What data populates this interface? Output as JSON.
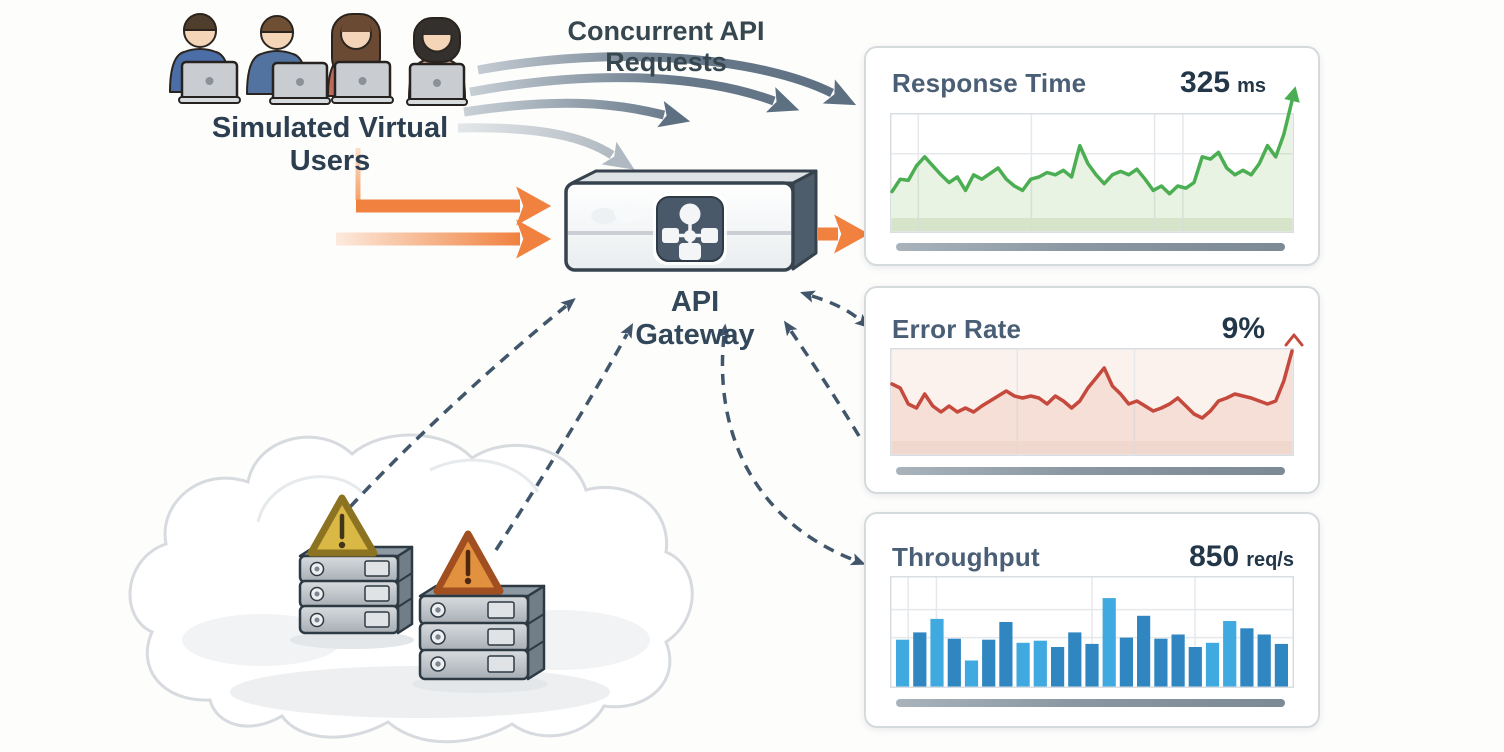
{
  "labels": {
    "virtual_users": "Simulated Virtual Users",
    "concurrent_requests": "Concurrent API Requests",
    "api_gateway": "API Gateway"
  },
  "icons": {
    "gateway_icon": "network-flowchart-nodes",
    "warning_icon": "triangle-exclamation",
    "server_icon": "stacked-server-rack",
    "cloud_icon": "cloud-shape",
    "user_icon": "person-with-laptop"
  },
  "colors": {
    "accent_orange": "#f0813f",
    "line_green": "#4cae52",
    "line_red": "#c5493c",
    "bar_blue_light": "#3fa9e0",
    "bar_blue_dark": "#2f86c1",
    "slate_text": "#33475a",
    "dashed_connector": "#41566b",
    "warning_yellow": "#d9b845",
    "warning_orange": "#e2913f"
  },
  "chart_data": [
    {
      "id": "response_time",
      "type": "line",
      "title": "Response Time",
      "value": "325",
      "unit": "ms",
      "color": "#4cae52",
      "fill": "rgba(125,185,95,0.17)",
      "band": "#e9eedf",
      "bg": "#ffffff",
      "end_marker": "arrow",
      "ylim": [
        0,
        120
      ],
      "grid": {
        "v": [
          0.07,
          0.35,
          0.655,
          0.725
        ],
        "h": [
          0.34
        ]
      },
      "values": [
        37,
        48,
        47,
        60,
        68,
        60,
        52,
        45,
        50,
        38,
        52,
        48,
        53,
        58,
        48,
        42,
        38,
        48,
        50,
        54,
        52,
        56,
        50,
        78,
        62,
        52,
        44,
        52,
        55,
        52,
        57,
        48,
        38,
        42,
        35,
        42,
        40,
        45,
        68,
        66,
        72,
        58,
        52,
        56,
        52,
        62,
        78,
        68,
        88,
        118
      ]
    },
    {
      "id": "error_rate",
      "type": "line",
      "title": "Error Rate",
      "value": "9%",
      "unit": "",
      "color": "#c5493c",
      "fill": "rgba(210,110,88,0.14)",
      "band": "#f6e9e4",
      "bg": "#fbf1ed",
      "end_marker": "caret",
      "ylim": [
        0,
        110
      ],
      "grid": {
        "v": [
          0.315,
          0.605
        ],
        "h": []
      },
      "values": [
        72,
        68,
        52,
        48,
        62,
        50,
        44,
        50,
        44,
        48,
        44,
        50,
        55,
        60,
        65,
        60,
        58,
        60,
        58,
        52,
        60,
        55,
        48,
        55,
        68,
        78,
        88,
        70,
        62,
        52,
        55,
        50,
        45,
        48,
        52,
        58,
        50,
        42,
        38,
        45,
        55,
        58,
        62,
        60,
        58,
        55,
        52,
        55,
        75,
        105
      ]
    },
    {
      "id": "throughput",
      "type": "bar",
      "title": "Throughput",
      "value": "850",
      "unit": "req/s",
      "colors": {
        "light": "#3fa9e0",
        "dark": "#2f86c1"
      },
      "bg": "#ffffff",
      "ylim": [
        0,
        100
      ],
      "grid": {
        "v": [
          0.045,
          0.115,
          0.5,
          0.755
        ],
        "h": [
          0.3,
          0.55
        ]
      },
      "values": [
        45,
        52,
        65,
        46,
        25,
        45,
        62,
        42,
        44,
        38,
        52,
        41,
        85,
        47,
        68,
        46,
        50,
        38,
        42,
        63,
        56,
        50,
        41
      ],
      "shades": [
        0,
        1,
        0,
        1,
        0,
        1,
        1,
        0,
        0,
        1,
        1,
        1,
        0,
        1,
        1,
        1,
        1,
        1,
        0,
        0,
        1,
        1,
        1
      ]
    }
  ]
}
